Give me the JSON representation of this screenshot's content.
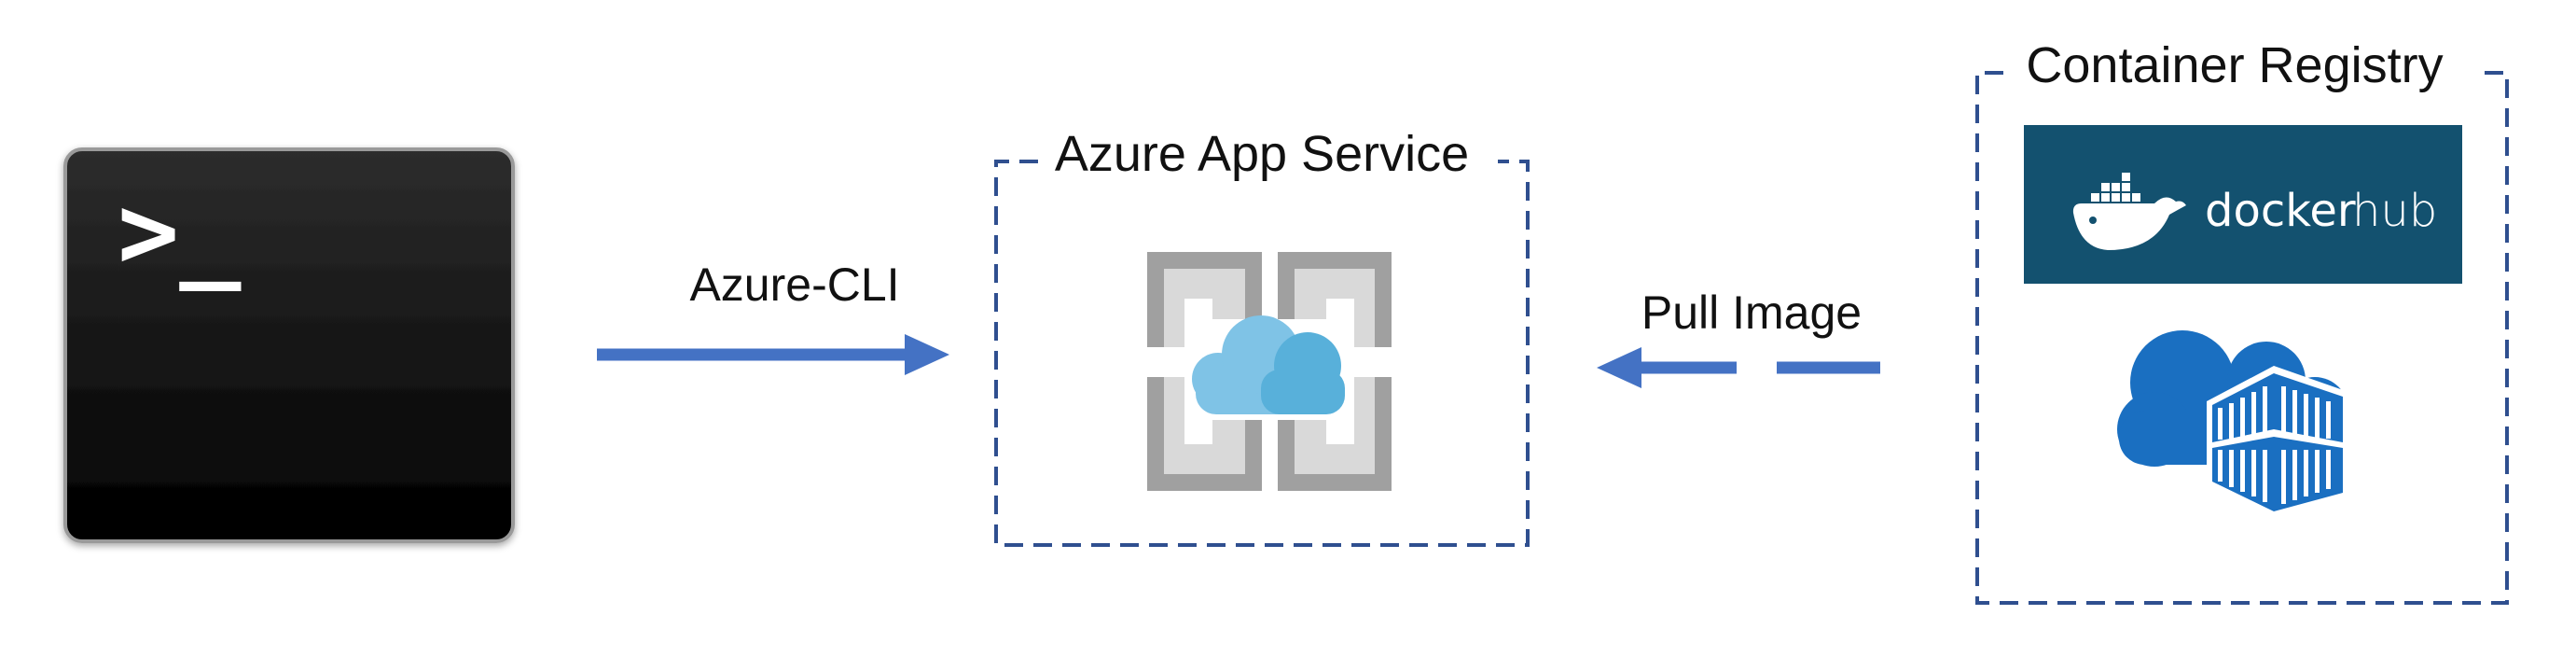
{
  "terminal": {
    "prompt_glyph": ">_",
    "icon": "terminal-icon"
  },
  "arrows": {
    "cli_label": "Azure-CLI",
    "pull_label": "Pull Image"
  },
  "app_service": {
    "title": "Azure App Service",
    "icon": "app-service-icon"
  },
  "registry": {
    "title": "Container Registry",
    "docker_hub": {
      "word1": "docker",
      "word2": "hub",
      "background": "#13516f",
      "icon": "docker-whale-icon"
    },
    "acr_icon": "azure-container-registry-icon"
  },
  "colors": {
    "arrow": "#4472c4",
    "dashed_border": "#2f4f8f",
    "app_service_frame": "#a0a0a0",
    "cloud_light": "#7fc3e6",
    "cloud_dark": "#58b0da",
    "acr_blue": "#1a6fc1"
  }
}
